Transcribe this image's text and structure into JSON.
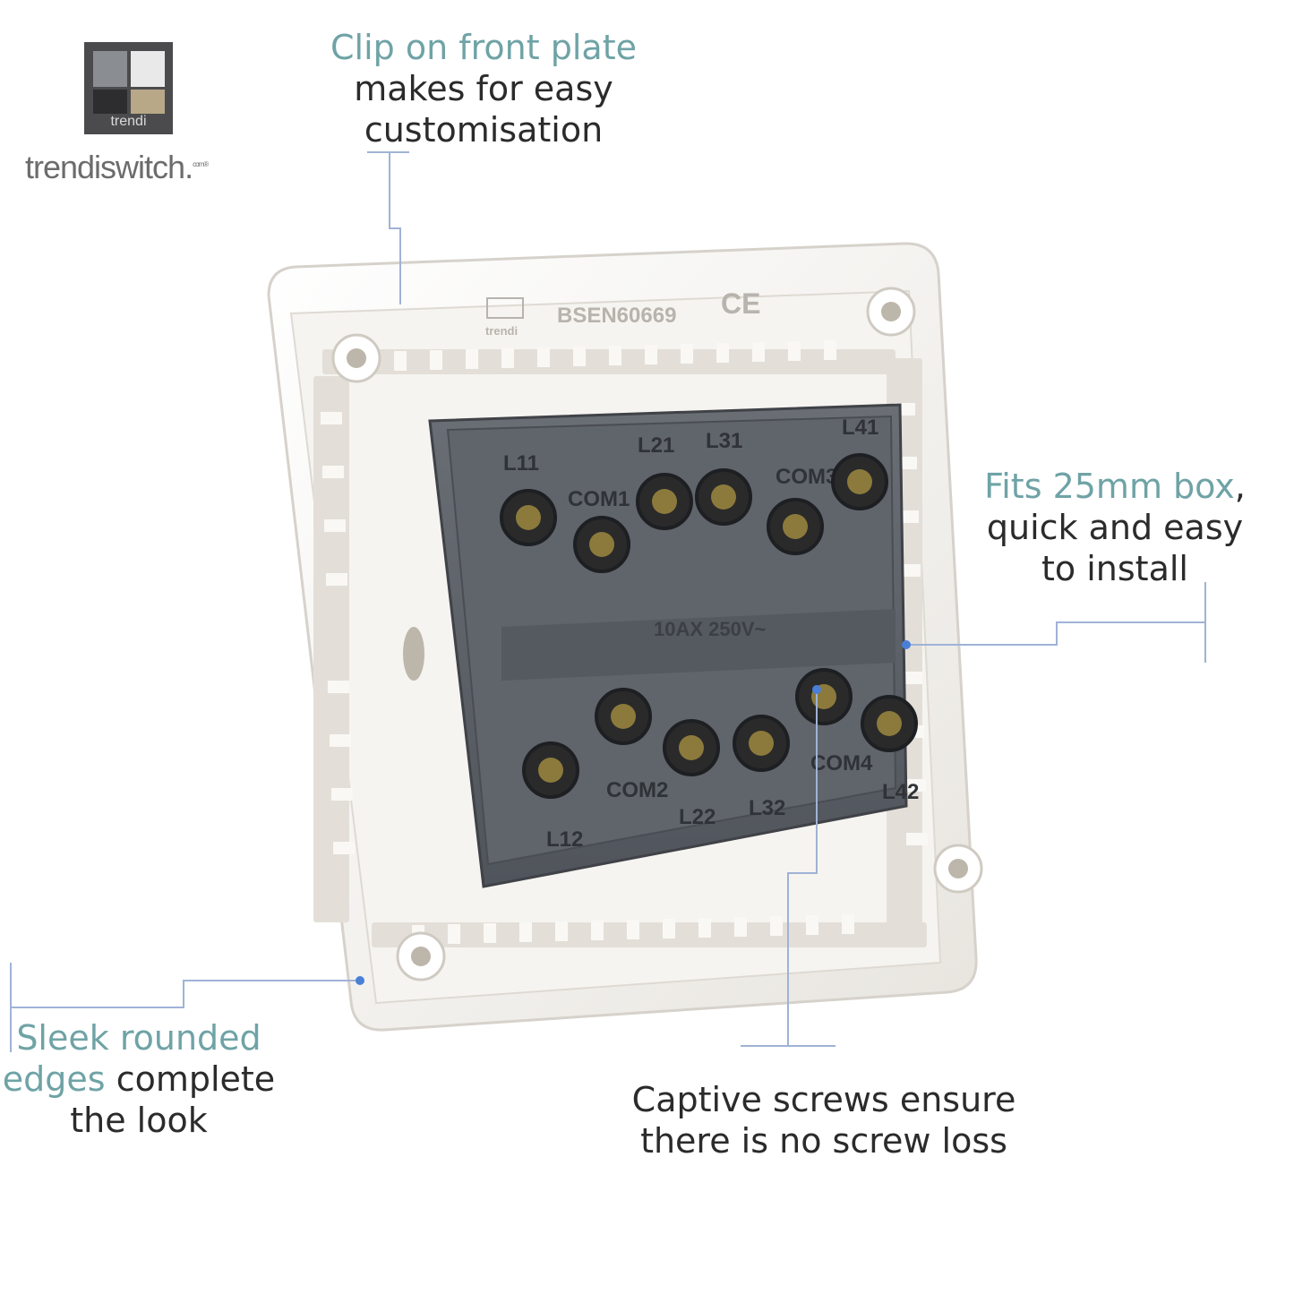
{
  "brand": {
    "logo_caption": "trendi",
    "wordmark": "trendiswitch",
    "wordmark_suffix": ".",
    "wordmark_sup": "com®"
  },
  "callouts": {
    "clip_on": {
      "accent": "Clip on front plate",
      "line2": "makes for easy",
      "line3": "customisation"
    },
    "fits_box": {
      "accent": "Fits 25mm box",
      "after_accent": ",",
      "line2": "quick and easy",
      "line3": "to install"
    },
    "sleek": {
      "accent": "Sleek rounded",
      "line2_accent": "edges",
      "line2_rest": " complete",
      "line3": "the look"
    },
    "captive": {
      "line1": "Captive screws ensure",
      "line2": "there is no screw loss"
    }
  },
  "product": {
    "standard_mark": "BSEN60669",
    "ce_mark": "CE",
    "module_logo": "trendi",
    "rating": "10AX 250V~",
    "terminals_top": [
      "L11",
      "COM1",
      "L21",
      "L31",
      "COM3",
      "L41"
    ],
    "terminals_bottom": [
      "L12",
      "COM2",
      "L22",
      "L32",
      "COM4",
      "L42"
    ]
  },
  "colors": {
    "accent_text": "#6fa3a6",
    "body_text": "#2b2b2b",
    "connector_line": "#9fb3d6",
    "connector_dot": "#4a7fd6",
    "plate": "#f4f2ee",
    "module": "#5b5f66"
  }
}
